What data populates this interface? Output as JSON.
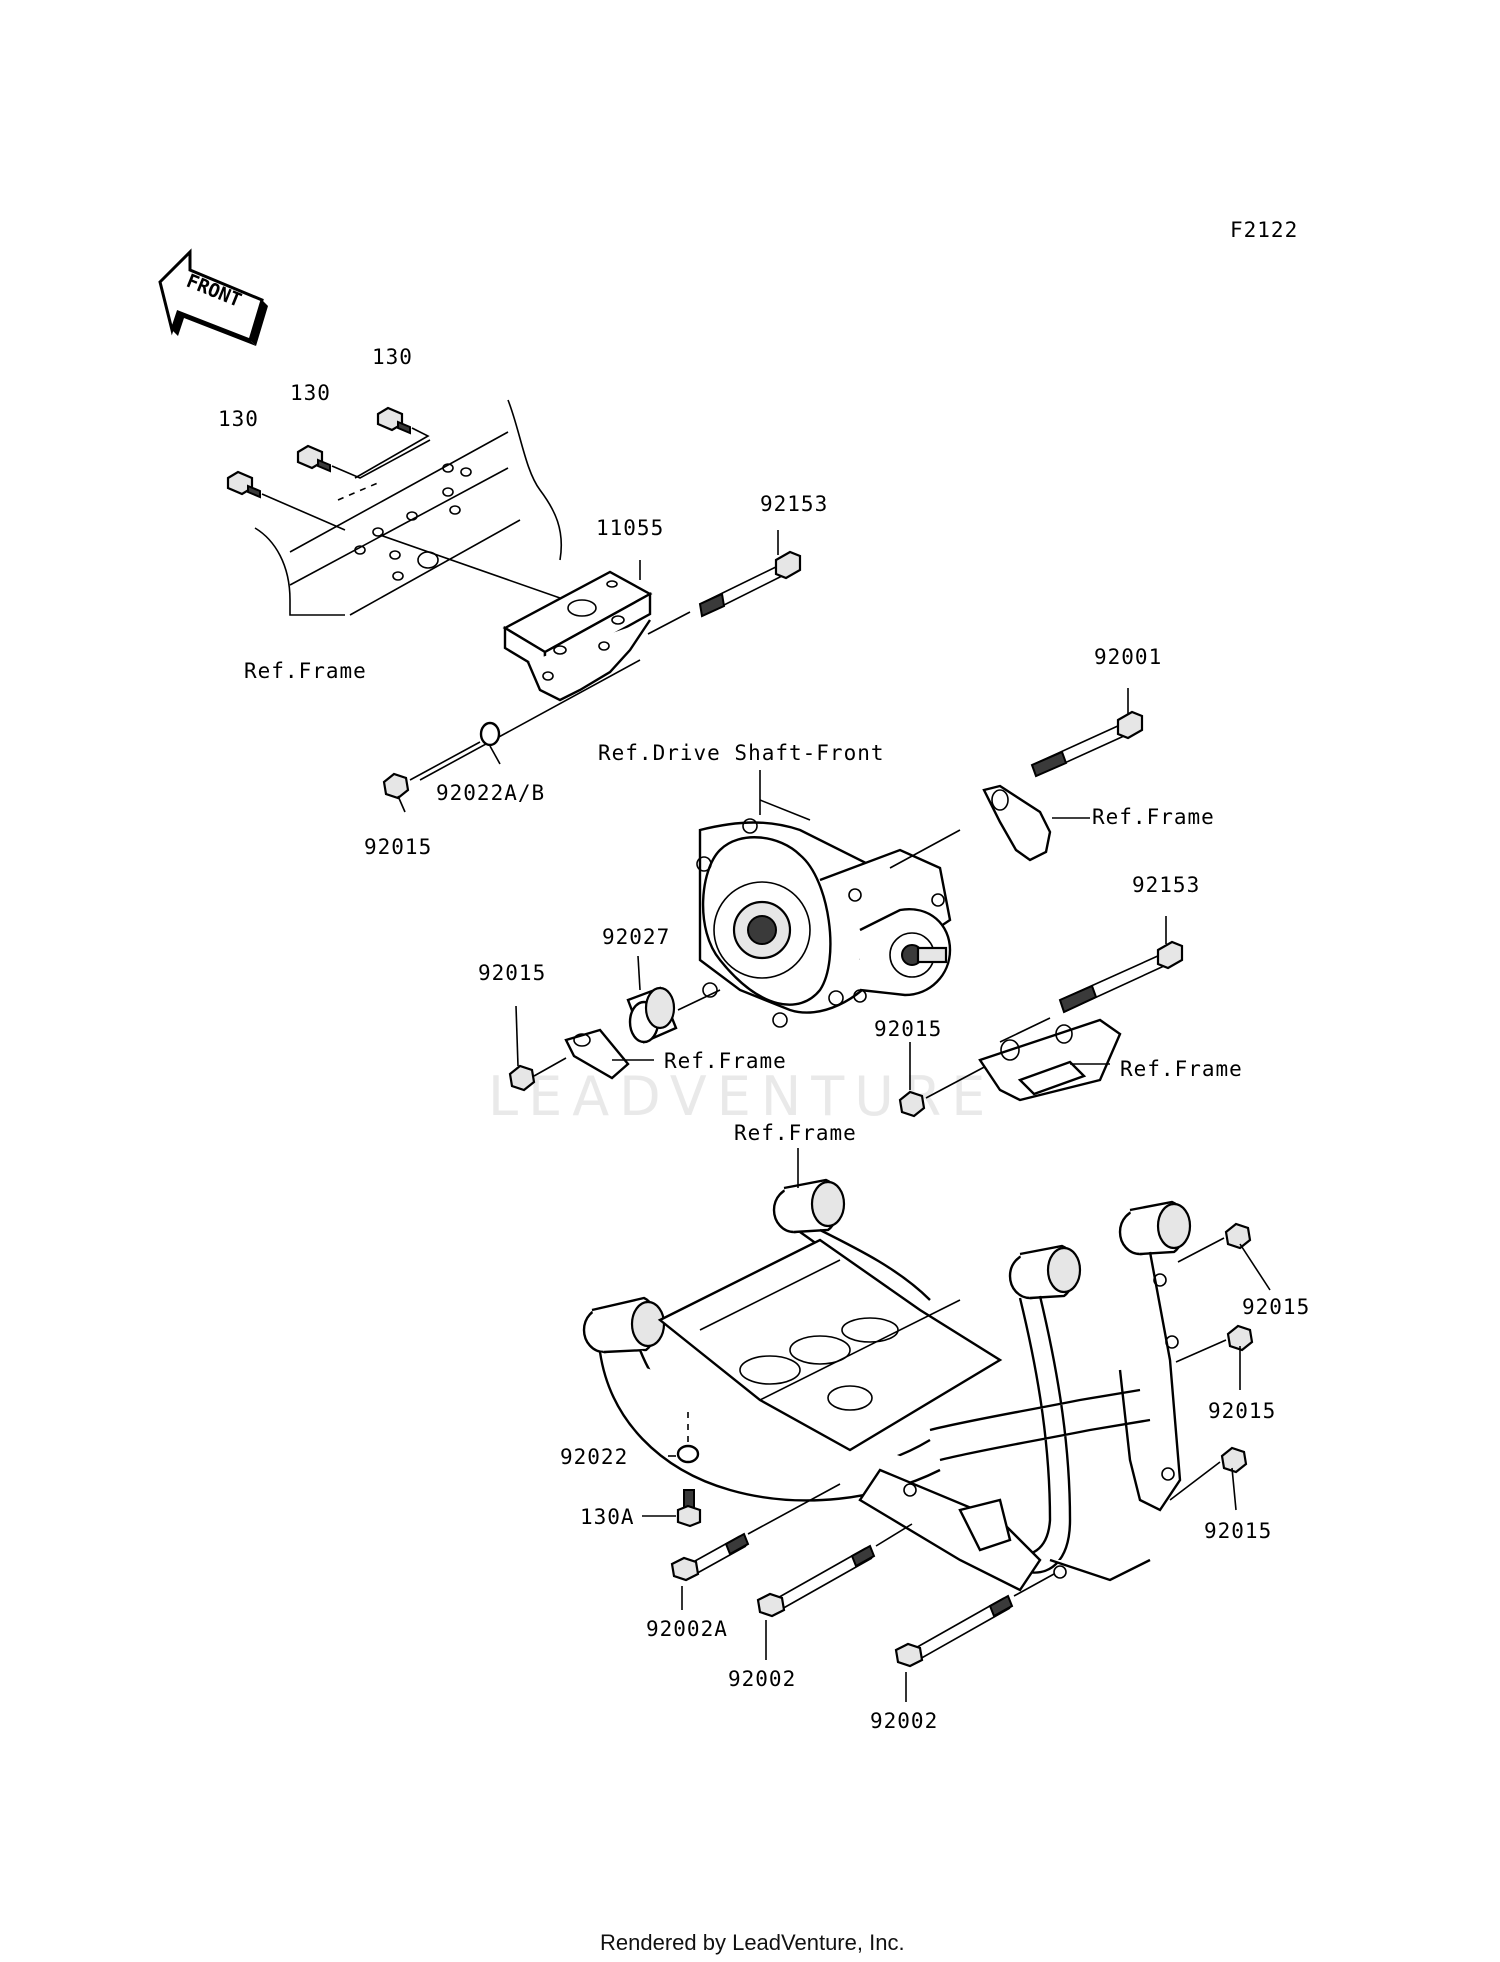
{
  "figure_code": "F2122",
  "front_badge": "FRONT",
  "watermark": "LEADVENTURE",
  "footer": "Rendered by LeadVenture, Inc.",
  "labels": {
    "bolt_130_a": "130",
    "bolt_130_b": "130",
    "bolt_130_c": "130",
    "bracket_11055": "11055",
    "bolt_92153_top": "92153",
    "ref_frame_top": "Ref.Frame",
    "washer_92022ab": "92022A/B",
    "nut_92015_left_top": "92015",
    "bolt_92001": "92001",
    "ref_drive_shaft": "Ref.Drive Shaft-Front",
    "ref_frame_right_top": "Ref.Frame",
    "bolt_92153_mid": "92153",
    "collar_92027": "92027",
    "nut_92015_left_mid": "92015",
    "ref_frame_left_mid": "Ref.Frame",
    "nut_92015_mid": "92015",
    "ref_frame_right_mid": "Ref.Frame",
    "ref_frame_lower": "Ref.Frame",
    "nut_92015_r1": "92015",
    "nut_92015_r2": "92015",
    "nut_92015_r3": "92015",
    "washer_92022": "92022",
    "bolt_130a": "130A",
    "bolt_92002a": "92002A",
    "bolt_92002_a": "92002",
    "bolt_92002_b": "92002"
  }
}
